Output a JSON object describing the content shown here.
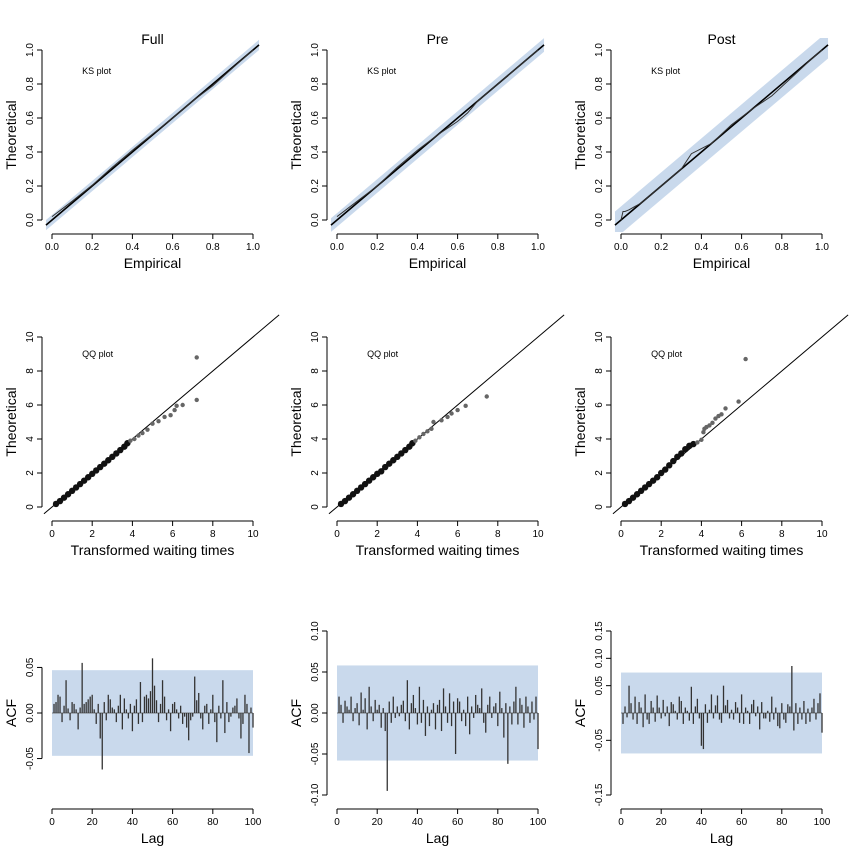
{
  "chart_data": [
    {
      "type": "line",
      "panel": "KS",
      "title": "Full",
      "annotation": "KS plot",
      "xlabel": "Empirical",
      "ylabel": "Theoretical",
      "xlim": [
        0,
        1
      ],
      "ylim": [
        0,
        1
      ],
      "xticks": [
        "0.0",
        "0.2",
        "0.4",
        "0.6",
        "0.8",
        "1.0"
      ],
      "yticks": [
        "0.0",
        "0.2",
        "0.4",
        "0.6",
        "0.8",
        "1.0"
      ],
      "band_halfwidth": 0.03,
      "series": [
        {
          "name": "reference",
          "x": [
            -0.03,
            1.03
          ],
          "y": [
            -0.03,
            1.03
          ]
        },
        {
          "name": "ks-curve",
          "x": [
            0.0,
            0.1,
            0.2,
            0.3,
            0.4,
            0.5,
            0.6,
            0.7,
            0.8,
            0.9,
            1.0
          ],
          "y": [
            0.02,
            0.11,
            0.205,
            0.31,
            0.41,
            0.505,
            0.6,
            0.7,
            0.79,
            0.895,
            1.0
          ]
        }
      ]
    },
    {
      "type": "line",
      "panel": "KS",
      "title": "Pre",
      "annotation": "KS plot",
      "xlabel": "Empirical",
      "ylabel": "Theoretical",
      "xlim": [
        0,
        1
      ],
      "ylim": [
        0,
        1
      ],
      "xticks": [
        "0.0",
        "0.2",
        "0.4",
        "0.6",
        "0.8",
        "1.0"
      ],
      "yticks": [
        "0.0",
        "0.2",
        "0.4",
        "0.6",
        "0.8",
        "1.0"
      ],
      "band_halfwidth": 0.04,
      "series": [
        {
          "name": "reference",
          "x": [
            -0.03,
            1.03
          ],
          "y": [
            -0.03,
            1.03
          ]
        },
        {
          "name": "ks-curve",
          "x": [
            0.0,
            0.1,
            0.2,
            0.3,
            0.4,
            0.5,
            0.6,
            0.65,
            0.7,
            0.8,
            0.9,
            1.0
          ],
          "y": [
            0.02,
            0.11,
            0.2,
            0.31,
            0.41,
            0.5,
            0.58,
            0.63,
            0.7,
            0.8,
            0.9,
            1.0
          ]
        }
      ]
    },
    {
      "type": "line",
      "panel": "KS",
      "title": "Post",
      "annotation": "KS plot",
      "xlabel": "Empirical",
      "ylabel": "Theoretical",
      "xlim": [
        0,
        1
      ],
      "ylim": [
        0,
        1
      ],
      "xticks": [
        "0.0",
        "0.2",
        "0.4",
        "0.6",
        "0.8",
        "1.0"
      ],
      "yticks": [
        "0.0",
        "0.2",
        "0.4",
        "0.6",
        "0.8",
        "1.0"
      ],
      "band_halfwidth": 0.08,
      "series": [
        {
          "name": "reference",
          "x": [
            -0.03,
            1.03
          ],
          "y": [
            -0.03,
            1.03
          ]
        },
        {
          "name": "ks-curve",
          "x": [
            0.0,
            0.01,
            0.02,
            0.04,
            0.1,
            0.2,
            0.3,
            0.35,
            0.45,
            0.55,
            0.65,
            0.75,
            0.85,
            0.95,
            1.0
          ],
          "y": [
            0.0,
            0.05,
            0.05,
            0.06,
            0.1,
            0.2,
            0.3,
            0.39,
            0.45,
            0.56,
            0.65,
            0.73,
            0.84,
            0.95,
            1.0
          ]
        }
      ]
    },
    {
      "type": "scatter",
      "panel": "QQ",
      "annotation": "QQ plot",
      "xlabel": "Transformed waiting times",
      "ylabel": "Theoretical",
      "xlim": [
        0,
        10
      ],
      "ylim": [
        0,
        10
      ],
      "xticks": [
        "0",
        "2",
        "4",
        "6",
        "8",
        "10"
      ],
      "yticks": [
        "0",
        "2",
        "4",
        "6",
        "8",
        "10"
      ],
      "x": [
        0.2,
        0.4,
        0.6,
        0.8,
        1.0,
        1.2,
        1.4,
        1.6,
        1.8,
        2.0,
        2.2,
        2.4,
        2.6,
        2.8,
        3.0,
        3.2,
        3.4,
        3.6,
        3.75,
        3.9,
        4.1,
        4.3,
        4.5,
        4.75,
        5.0,
        5.3,
        5.6,
        5.9,
        6.1,
        6.2,
        6.5,
        7.2,
        7.2
      ],
      "y": [
        0.18,
        0.35,
        0.55,
        0.75,
        0.95,
        1.15,
        1.35,
        1.55,
        1.75,
        1.95,
        2.15,
        2.35,
        2.55,
        2.75,
        2.95,
        3.15,
        3.35,
        3.55,
        3.75,
        3.9,
        4.0,
        4.2,
        4.35,
        4.55,
        4.9,
        5.05,
        5.3,
        5.4,
        5.7,
        5.95,
        6.0,
        6.3,
        8.8
      ]
    },
    {
      "type": "scatter",
      "panel": "QQ",
      "annotation": "QQ plot",
      "xlabel": "Transformed waiting times",
      "ylabel": "Theoretical",
      "xlim": [
        0,
        10
      ],
      "ylim": [
        0,
        10
      ],
      "xticks": [
        "0",
        "2",
        "4",
        "6",
        "8",
        "10"
      ],
      "yticks": [
        "0",
        "2",
        "4",
        "6",
        "8",
        "10"
      ],
      "x": [
        0.2,
        0.4,
        0.6,
        0.8,
        1.0,
        1.2,
        1.4,
        1.6,
        1.8,
        2.0,
        2.2,
        2.4,
        2.6,
        2.8,
        3.0,
        3.2,
        3.4,
        3.6,
        3.75,
        3.9,
        4.1,
        4.3,
        4.5,
        4.7,
        4.8,
        5.2,
        5.5,
        5.7,
        6.0,
        6.4,
        7.45
      ],
      "y": [
        0.18,
        0.35,
        0.55,
        0.75,
        0.95,
        1.15,
        1.35,
        1.55,
        1.75,
        1.95,
        2.1,
        2.35,
        2.55,
        2.75,
        2.95,
        3.15,
        3.35,
        3.55,
        3.75,
        3.9,
        4.1,
        4.3,
        4.45,
        4.6,
        5.0,
        5.1,
        5.3,
        5.5,
        5.7,
        5.95,
        6.5
      ]
    },
    {
      "type": "scatter",
      "panel": "QQ",
      "annotation": "QQ plot",
      "xlabel": "Transformed waiting times",
      "ylabel": "Theoretical",
      "xlim": [
        0,
        10
      ],
      "ylim": [
        0,
        10
      ],
      "xticks": [
        "0",
        "2",
        "4",
        "6",
        "8",
        "10"
      ],
      "yticks": [
        "0",
        "2",
        "4",
        "6",
        "8",
        "10"
      ],
      "x": [
        0.2,
        0.4,
        0.6,
        0.8,
        1.0,
        1.2,
        1.4,
        1.6,
        1.8,
        2.0,
        2.2,
        2.4,
        2.6,
        2.8,
        3.0,
        3.2,
        3.4,
        3.6,
        3.8,
        4.0,
        4.1,
        4.15,
        4.25,
        4.4,
        4.55,
        4.7,
        4.85,
        5.0,
        5.2,
        5.85,
        6.2
      ],
      "y": [
        0.18,
        0.35,
        0.55,
        0.75,
        0.95,
        1.15,
        1.35,
        1.55,
        1.75,
        2.0,
        2.2,
        2.45,
        2.7,
        2.95,
        3.15,
        3.4,
        3.6,
        3.7,
        3.8,
        3.95,
        4.4,
        4.6,
        4.7,
        4.8,
        4.95,
        5.2,
        5.35,
        5.45,
        5.8,
        6.2,
        8.7
      ]
    },
    {
      "type": "bar",
      "panel": "ACF",
      "xlabel": "Lag",
      "ylabel": "ACF",
      "xlim": [
        0,
        100
      ],
      "ylim": [
        -0.09,
        0.09
      ],
      "xticks": [
        "0",
        "20",
        "40",
        "60",
        "80",
        "100"
      ],
      "yticks": [
        "-0.05",
        "0.00",
        "0.05"
      ],
      "conf_band": 0.047,
      "lags": [
        1,
        2,
        3,
        4,
        5,
        6,
        7,
        8,
        9,
        10,
        11,
        12,
        13,
        14,
        15,
        16,
        17,
        18,
        19,
        20,
        21,
        22,
        23,
        24,
        25,
        26,
        27,
        28,
        29,
        30,
        31,
        32,
        33,
        34,
        35,
        36,
        37,
        38,
        39,
        40,
        41,
        42,
        43,
        44,
        45,
        46,
        47,
        48,
        49,
        50,
        51,
        52,
        53,
        54,
        55,
        56,
        57,
        58,
        59,
        60,
        61,
        62,
        63,
        64,
        65,
        66,
        67,
        68,
        69,
        70,
        71,
        72,
        73,
        74,
        75,
        76,
        77,
        78,
        79,
        80,
        81,
        82,
        83,
        84,
        85,
        86,
        87,
        88,
        89,
        90,
        91,
        92,
        93,
        94,
        95,
        96,
        97,
        98,
        99,
        100
      ],
      "values": [
        0.01,
        0.012,
        0.02,
        0.018,
        -0.01,
        0.008,
        0.036,
        0.005,
        -0.008,
        0.012,
        0.01,
        0.004,
        -0.018,
        0.006,
        0.055,
        0.01,
        0.012,
        0.015,
        0.018,
        0.02,
        0.004,
        -0.012,
        0.01,
        -0.028,
        -0.062,
        0.012,
        -0.008,
        0.02,
        0.015,
        0.006,
        0.004,
        -0.01,
        0.008,
        0.02,
        -0.018,
        0.016,
        0.004,
        -0.006,
        0.01,
        -0.02,
        0.008,
        0.015,
        -0.012,
        0.034,
        -0.01,
        0.018,
        0.02,
        0.016,
        0.024,
        0.06,
        0.03,
        0.014,
        -0.01,
        0.01,
        0.036,
        0.018,
        -0.008,
        0.004,
        -0.02,
        0.01,
        0.012,
        0.004,
        -0.006,
        0.008,
        -0.012,
        -0.004,
        -0.016,
        -0.03,
        -0.008,
        -0.004,
        0.04,
        0.014,
        0.022,
        -0.006,
        -0.018,
        0.008,
        0.01,
        -0.012,
        0.004,
        0.02,
        -0.01,
        -0.032,
        0.008,
        -0.006,
        0.036,
        -0.022,
        0.012,
        -0.01,
        -0.004,
        0.006,
        0.008,
        0.016,
        -0.006,
        -0.028,
        -0.012,
        0.02,
        0.01,
        -0.044,
        0.006,
        -0.016
      ]
    },
    {
      "type": "bar",
      "panel": "ACF",
      "xlabel": "Lag",
      "ylabel": "ACF",
      "xlim": [
        0,
        100
      ],
      "ylim": [
        -0.1,
        0.1
      ],
      "xticks": [
        "0",
        "20",
        "40",
        "60",
        "80",
        "100"
      ],
      "yticks": [
        "-0.10",
        "-0.05",
        "0.00",
        "0.05",
        "0.10"
      ],
      "conf_band": 0.058,
      "lags": [
        1,
        2,
        3,
        4,
        5,
        6,
        7,
        8,
        9,
        10,
        11,
        12,
        13,
        14,
        15,
        16,
        17,
        18,
        19,
        20,
        21,
        22,
        23,
        24,
        25,
        26,
        27,
        28,
        29,
        30,
        31,
        32,
        33,
        34,
        35,
        36,
        37,
        38,
        39,
        40,
        41,
        42,
        43,
        44,
        45,
        46,
        47,
        48,
        49,
        50,
        51,
        52,
        53,
        54,
        55,
        56,
        57,
        58,
        59,
        60,
        61,
        62,
        63,
        64,
        65,
        66,
        67,
        68,
        69,
        70,
        71,
        72,
        73,
        74,
        75,
        76,
        77,
        78,
        79,
        80,
        81,
        82,
        83,
        84,
        85,
        86,
        87,
        88,
        89,
        90,
        91,
        92,
        93,
        94,
        95,
        96,
        97,
        98,
        99,
        100
      ],
      "values": [
        0.02,
        0.01,
        -0.012,
        0.015,
        0.008,
        0.004,
        0.02,
        -0.01,
        0.006,
        0.012,
        -0.015,
        0.025,
        0.004,
        0.018,
        -0.02,
        0.032,
        0.008,
        -0.01,
        0.016,
        0.004,
        0.01,
        -0.018,
        0.006,
        -0.022,
        -0.095,
        0.014,
        -0.012,
        0.02,
        -0.006,
        0.008,
        -0.004,
        0.01,
        0.015,
        -0.01,
        0.04,
        -0.02,
        0.012,
        0.022,
        0.006,
        -0.014,
        0.032,
        -0.012,
        0.016,
        -0.028,
        0.008,
        -0.016,
        0.004,
        0.012,
        -0.02,
        0.01,
        0.016,
        -0.022,
        0.03,
        0.008,
        -0.012,
        0.024,
        -0.016,
        0.014,
        -0.05,
        0.018,
        0.014,
        -0.01,
        0.004,
        -0.016,
        0.02,
        -0.026,
        0.008,
        -0.006,
        0.022,
        0.01,
        0.006,
        0.03,
        -0.012,
        -0.024,
        0.01,
        0.02,
        -0.006,
        0.008,
        0.012,
        -0.016,
        0.026,
        0.006,
        -0.03,
        0.012,
        -0.062,
        0.008,
        -0.014,
        0.014,
        0.032,
        -0.014,
        0.018,
        0.01,
        -0.018,
        0.02,
        0.008,
        -0.012,
        0.014,
        -0.008,
        0.02,
        -0.044
      ]
    },
    {
      "type": "bar",
      "panel": "ACF",
      "xlabel": "Lag",
      "ylabel": "ACF",
      "xlim": [
        0,
        100
      ],
      "ylim": [
        -0.15,
        0.15
      ],
      "xticks": [
        "0",
        "20",
        "40",
        "60",
        "80",
        "100"
      ],
      "yticks": [
        "-0.15",
        "-0.05",
        "0.05",
        "0.10",
        "0.15"
      ],
      "conf_band": 0.074,
      "lags": [
        1,
        2,
        3,
        4,
        5,
        6,
        7,
        8,
        9,
        10,
        11,
        12,
        13,
        14,
        15,
        16,
        17,
        18,
        19,
        20,
        21,
        22,
        23,
        24,
        25,
        26,
        27,
        28,
        29,
        30,
        31,
        32,
        33,
        34,
        35,
        36,
        37,
        38,
        39,
        40,
        41,
        42,
        43,
        44,
        45,
        46,
        47,
        48,
        49,
        50,
        51,
        52,
        53,
        54,
        55,
        56,
        57,
        58,
        59,
        60,
        61,
        62,
        63,
        64,
        65,
        66,
        67,
        68,
        69,
        70,
        71,
        72,
        73,
        74,
        75,
        76,
        77,
        78,
        79,
        80,
        81,
        82,
        83,
        84,
        85,
        86,
        87,
        88,
        89,
        90,
        91,
        92,
        93,
        94,
        95,
        96,
        97,
        98,
        99,
        100
      ],
      "values": [
        -0.02,
        0.012,
        -0.008,
        0.05,
        0.018,
        -0.012,
        0.03,
        -0.02,
        0.02,
        0.01,
        -0.026,
        0.034,
        -0.012,
        -0.02,
        0.022,
        0.01,
        -0.016,
        0.032,
        0.01,
        -0.01,
        0.024,
        -0.006,
        0.012,
        -0.024,
        0.02,
        0.016,
        0.004,
        -0.012,
        0.03,
        0.022,
        -0.02,
        0.01,
        0.004,
        -0.014,
        0.048,
        -0.02,
        0.012,
        0.026,
        -0.01,
        -0.06,
        -0.066,
        0.016,
        -0.018,
        0.006,
        0.034,
        -0.01,
        0.014,
        0.032,
        -0.012,
        -0.018,
        0.05,
        0.014,
        0.024,
        -0.01,
        0.006,
        -0.012,
        0.02,
        0.01,
        -0.018,
        0.034,
        -0.02,
        0.01,
        0.004,
        -0.02,
        0.016,
        0.024,
        -0.006,
        0.012,
        -0.03,
        0.02,
        -0.01,
        -0.01,
        0.004,
        -0.016,
        0.03,
        -0.012,
        0.01,
        -0.024,
        -0.028,
        0.018,
        -0.012,
        -0.018,
        0.016,
        0.012,
        0.086,
        -0.032,
        0.018,
        -0.02,
        0.01,
        -0.012,
        0.022,
        -0.02,
        0.008,
        -0.016,
        0.01,
        0.026,
        -0.012,
        0.018,
        0.036,
        -0.036
      ]
    }
  ]
}
